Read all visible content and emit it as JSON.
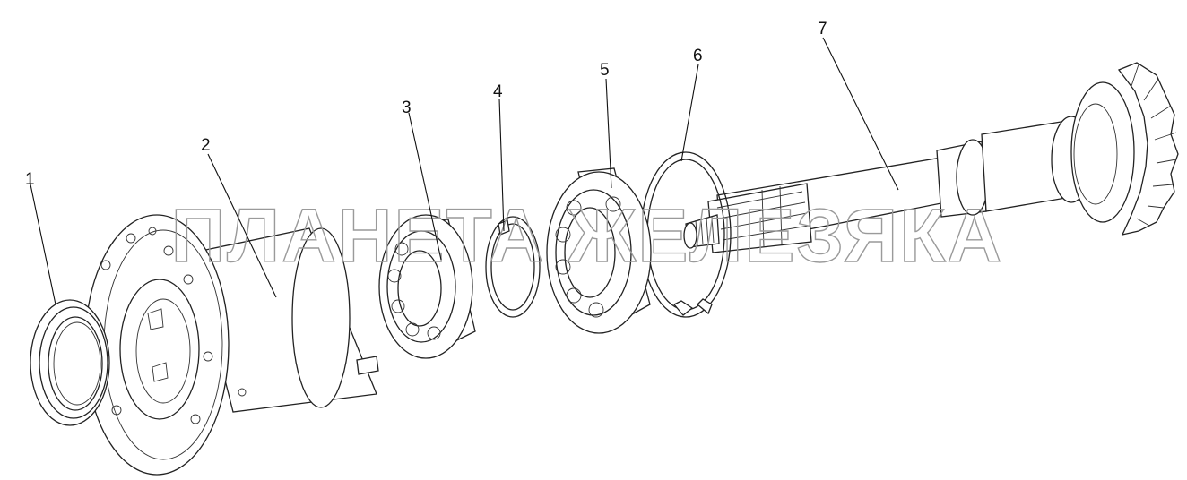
{
  "watermark": "ПЛАНЕТА ЖЕЛЕЗЯКА",
  "callouts": [
    {
      "id": "1",
      "label": "1"
    },
    {
      "id": "2",
      "label": "2"
    },
    {
      "id": "3",
      "label": "3"
    },
    {
      "id": "4",
      "label": "4"
    },
    {
      "id": "5",
      "label": "5"
    },
    {
      "id": "6",
      "label": "6"
    },
    {
      "id": "7",
      "label": "7"
    }
  ]
}
